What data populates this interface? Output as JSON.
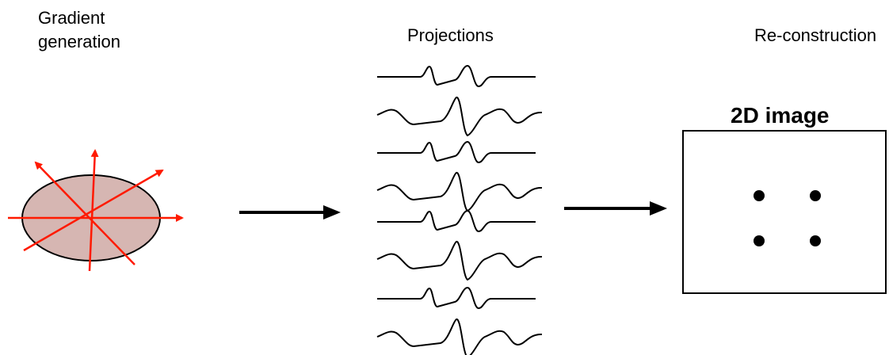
{
  "titles": {
    "gradient_line1": "Gradient",
    "gradient_line2": "generation",
    "projections": "Projections",
    "reconstruction": "Re-construction",
    "image_label": "2D image"
  },
  "colors": {
    "ellipse_fill": "#d6b6b2",
    "gradient_arrows": "#ff1a00",
    "ink": "#000000"
  },
  "projections": [
    {
      "type": "small"
    },
    {
      "type": "large"
    },
    {
      "type": "small"
    },
    {
      "type": "large"
    },
    {
      "type": "small"
    },
    {
      "type": "large"
    },
    {
      "type": "small"
    },
    {
      "type": "large"
    }
  ],
  "dots_count": 4
}
